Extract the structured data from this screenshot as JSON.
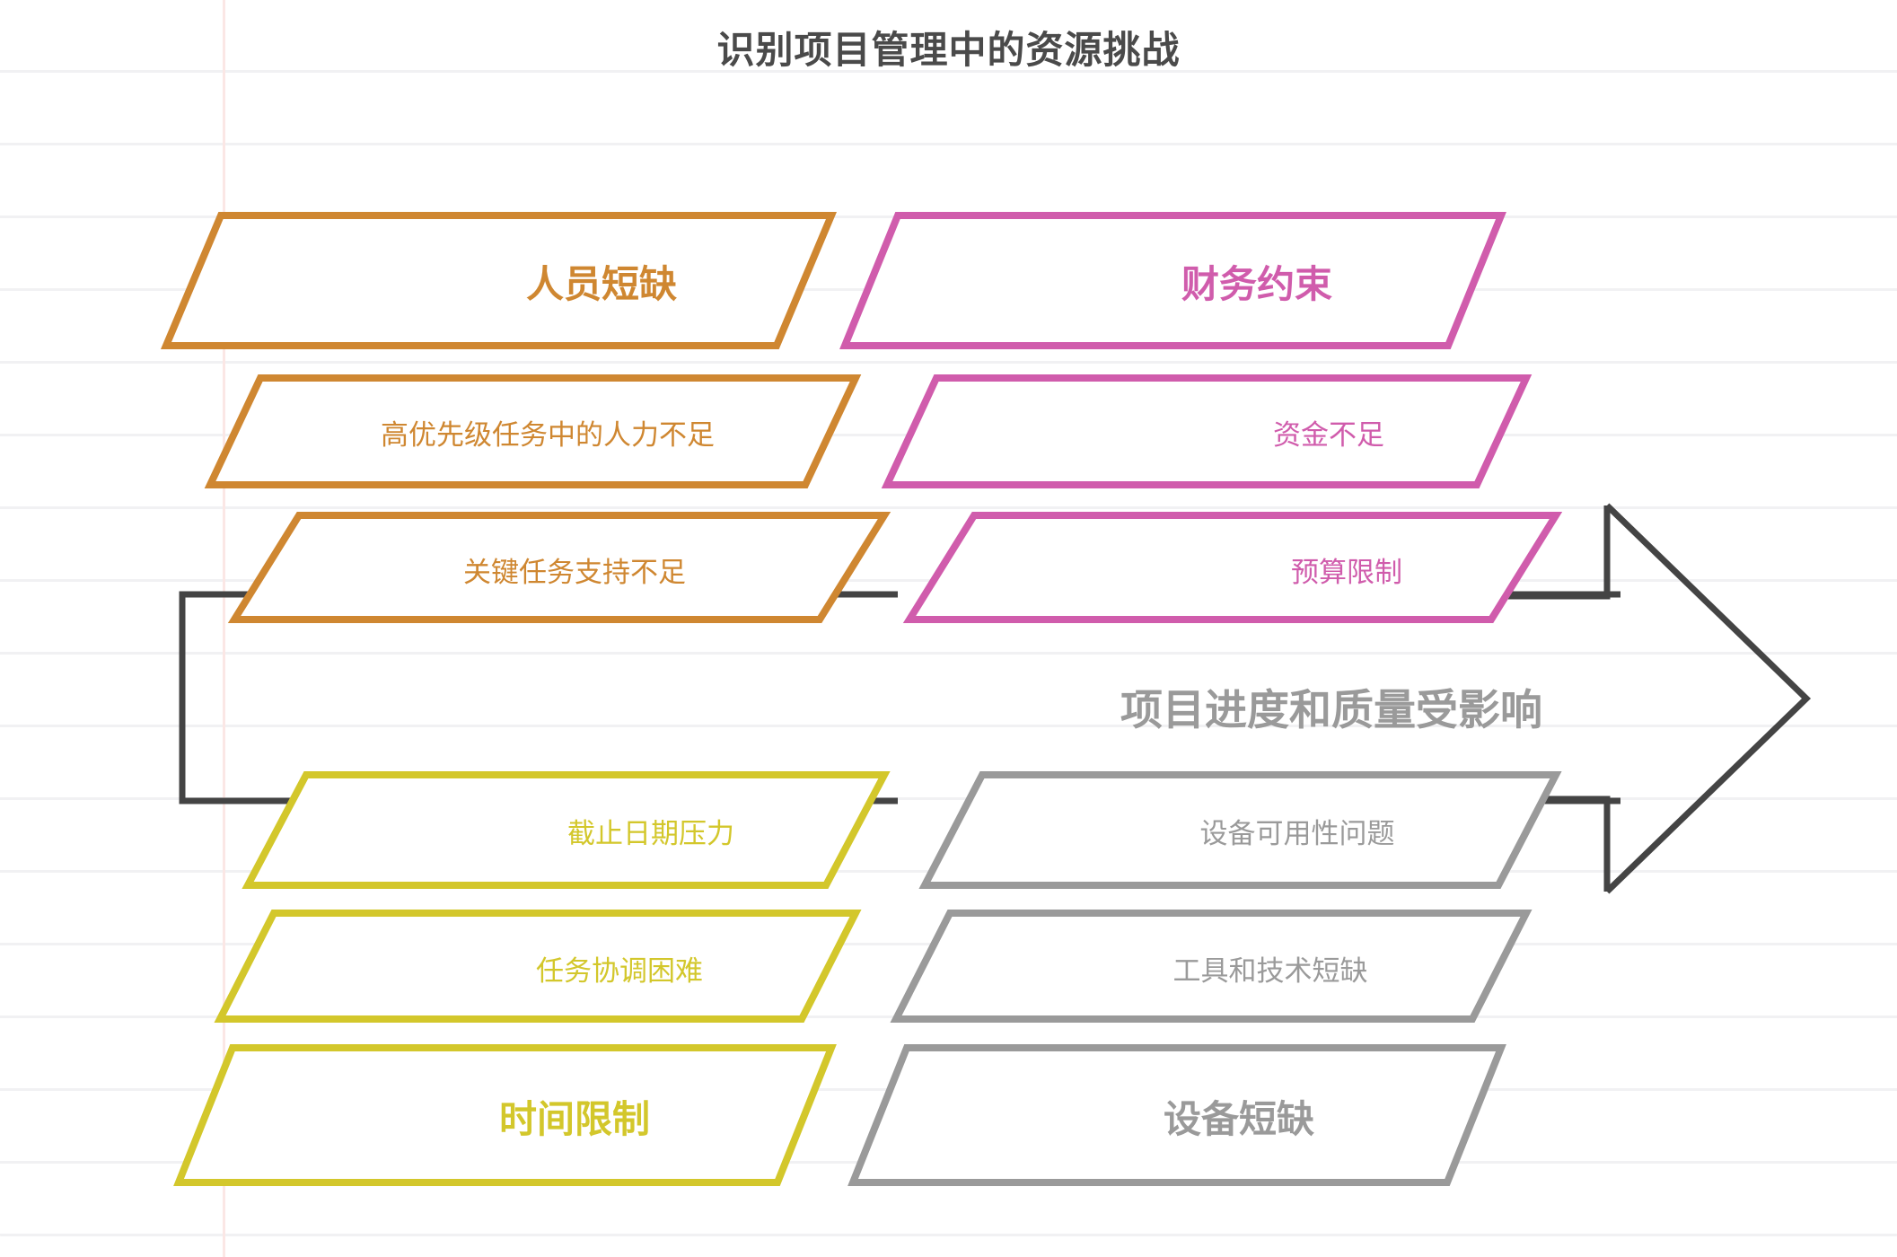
{
  "page": {
    "title": "识别项目管理中的资源挑战",
    "background": "#ffffff",
    "rule_line_color": "#f1f1f3",
    "margin_line_color": "#fbe7e5"
  },
  "colors": {
    "orange": "#cf8731",
    "pink": "#d05cac",
    "yellow": "#d3c72b",
    "gray": "#9a9a9a",
    "connector": "#444444",
    "title": "#4a4a4a"
  },
  "groups": [
    {
      "id": "staff-shortage",
      "color_key": "orange",
      "color": "#cf8731",
      "position": "top-left",
      "header": "人员短缺",
      "items": [
        "高优先级任务中的人力不足",
        "关键任务支持不足"
      ]
    },
    {
      "id": "financial-constraints",
      "color_key": "pink",
      "color": "#d05cac",
      "position": "top-right",
      "header": "财务约束",
      "items": [
        "资金不足",
        "预算限制"
      ]
    },
    {
      "id": "time-limits",
      "color_key": "yellow",
      "color": "#d3c72b",
      "position": "bottom-left",
      "header": "时间限制",
      "items": [
        "截止日期压力",
        "任务协调困难"
      ]
    },
    {
      "id": "equipment-shortage",
      "color_key": "gray",
      "color": "#9a9a9a",
      "position": "bottom-right",
      "header": "设备短缺",
      "items": [
        "设备可用性问题",
        "工具和技术短缺"
      ]
    }
  ],
  "arrow": {
    "label": "项目进度和质量受影响",
    "color": "#444444",
    "label_color": "#9a9a9a",
    "direction": "right"
  }
}
